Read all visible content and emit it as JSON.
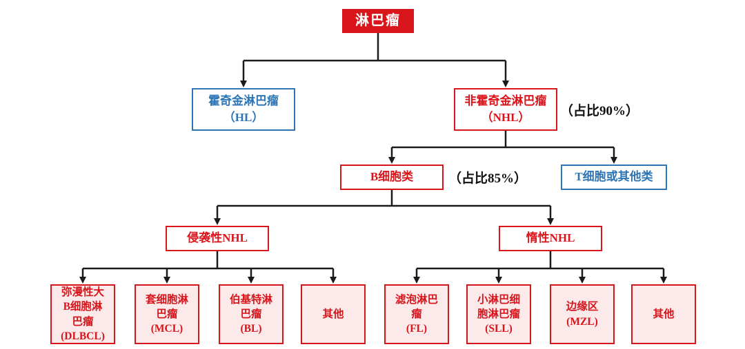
{
  "colors": {
    "red": "#d9151c",
    "pink": "#fce9ea",
    "blue": "#2e75b6",
    "line": "#1a1a1a"
  },
  "nodes": {
    "root": {
      "label": "淋巴瘤"
    },
    "hl": {
      "label": "霍奇金淋巴瘤\n（HL）"
    },
    "nhl": {
      "label": "非霍奇金淋巴瘤\n（NHL）",
      "annotation": "（占比90%）"
    },
    "b_cell": {
      "label": "B细胞类",
      "annotation": "（占比85%）"
    },
    "t_cell": {
      "label": "T细胞或其他类"
    },
    "aggressive": {
      "label": "侵袭性NHL"
    },
    "indolent": {
      "label": "惰性NHL"
    }
  },
  "leaves": [
    {
      "label": "弥漫性大\nB细胞淋\n巴瘤\n(DLBCL)"
    },
    {
      "label": "套细胞淋\n巴瘤\n(MCL)"
    },
    {
      "label": "伯基特淋\n巴瘤\n(BL)"
    },
    {
      "label": "其他"
    },
    {
      "label": "滤泡淋巴\n瘤\n(FL)"
    },
    {
      "label": "小淋巴细\n胞淋巴瘤\n(SLL)"
    },
    {
      "label": "边缘区\n(MZL)"
    },
    {
      "label": "其他"
    }
  ]
}
